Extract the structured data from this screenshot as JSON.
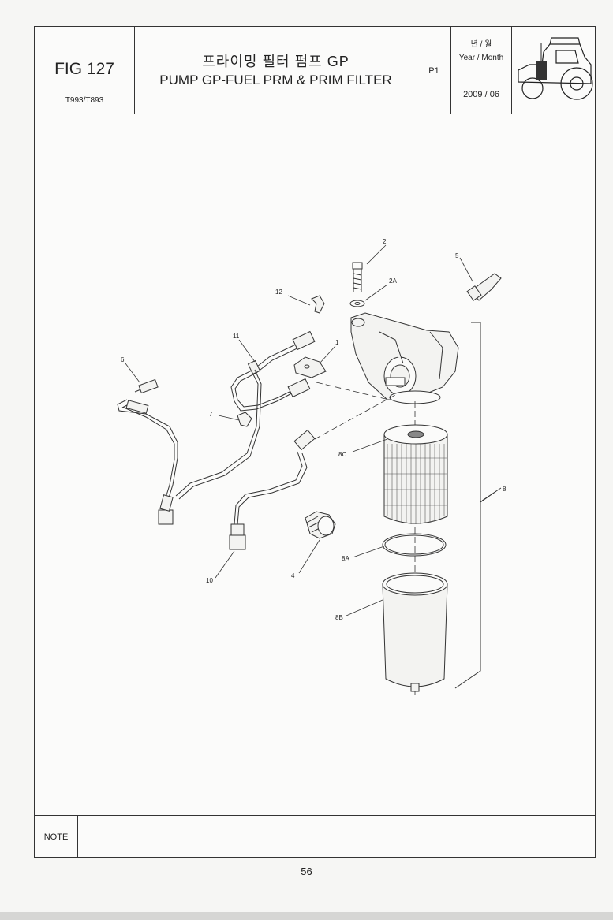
{
  "header": {
    "fig_number": "FIG 127",
    "model": "T993/T893",
    "title_korean": "프라이밍 필터 펌프 GP",
    "title_english": "PUMP GP-FUEL PRM & PRIM FILTER",
    "page_code": "P1",
    "year_month_korean": "년 / 월",
    "year_month_english": "Year / Month",
    "date": "2009 / 06",
    "thumbnail_icon": "tractor-icon"
  },
  "callouts": {
    "c1": "1",
    "c2": "2",
    "c2a": "2A",
    "c4": "4",
    "c5": "5",
    "c6": "6",
    "c7": "7",
    "c8": "8",
    "c8a": "8A",
    "c8b": "8B",
    "c8c": "8C",
    "c10": "10",
    "c11": "11",
    "c12": "12"
  },
  "note": {
    "label": "NOTE",
    "text": ""
  },
  "page_number": "56"
}
